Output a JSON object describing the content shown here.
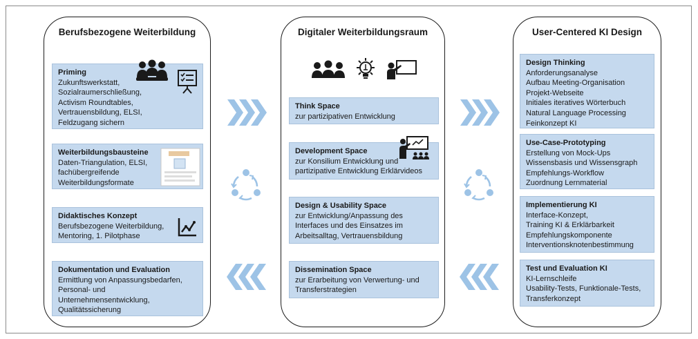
{
  "panels": {
    "left": {
      "title": "Berufsbezogene Weiterbildung",
      "boxes": [
        {
          "heading": "Priming",
          "text": "Zukunftswerkstatt,\nSozialraumerschließung,\nActivism Roundtables,\nVertrauensbildung, ELSI,\nFeldzugang sichern"
        },
        {
          "heading": "Weiterbildungsbausteine",
          "text": "Daten-Triangulation, ELSI,\nfachübergreifende\nWeiterbildungsformate"
        },
        {
          "heading": "Didaktisches Konzept",
          "text": "Berufsbezogene Weiterbildung,\nMentoring, 1. Pilotphase"
        },
        {
          "heading": "Dokumentation und Evaluation",
          "text": "Ermittlung von Anpassungsbedarfen,\nPersonal- und\nUnternehmensentwicklung,\nQualitätssicherung"
        }
      ]
    },
    "middle": {
      "title": "Digitaler Weiterbildungsraum",
      "boxes": [
        {
          "heading": "Think Space",
          "text": "zur partizipativen Entwicklung"
        },
        {
          "heading": "Development Space",
          "text": "zur Konsilium Entwicklung und\npartizipative Entwicklung Erklärvideos"
        },
        {
          "heading": "Design & Usability Space",
          "text": "zur Entwicklung/Anpassung des\nInterfaces und des Einsatzes im\nArbeitsalltag, Vertrauensbildung"
        },
        {
          "heading": "Dissemination Space",
          "text": "zur Erarbeitung von  Verwertung- und\nTransferstrategien"
        }
      ]
    },
    "right": {
      "title": "User-Centered KI Design",
      "boxes": [
        {
          "heading": "Design Thinking",
          "text": "Anforderungsanalyse\nAufbau Meeting-Organisation\nProjekt-Webseite\nInitiales iteratives Wörterbuch\nNatural Language Processing\nFeinkonzept KI"
        },
        {
          "heading": "Use-Case-Prototyping",
          "text": "Erstellung von Mock-Ups\nWissensbasis und Wissensgraph\nEmpfehlungs-Workflow\nZuordnung Lernmaterial"
        },
        {
          "heading": "Implementierung KI",
          "text": "Interface-Konzept,\nTraining KI & Erklärbarkeit\nEmpfehlungskomponente\nInterventionsknotenbestimmung"
        },
        {
          "heading": "Test und Evaluation KI",
          "text": "KI-Lernschleife\nUsability-Tests, Funktionale-Tests,\nTransferkonzept"
        }
      ]
    }
  },
  "icons": [
    "group-icon",
    "checklist-board-icon",
    "document-thumbnail-icon",
    "line-chart-icon",
    "idea-bulb-icon",
    "presenter-icon",
    "cycle-icon",
    "chevron-right-icon",
    "chevron-left-icon"
  ],
  "colors": {
    "box_fill": "#c5d9ee",
    "arrow": "#9dc3e6",
    "cycle": "#9dc3e6",
    "panel_border": "#1b1b1b"
  }
}
